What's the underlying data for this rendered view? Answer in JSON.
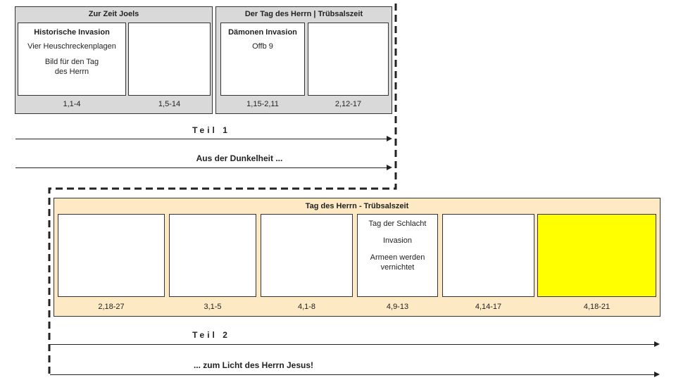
{
  "part1": {
    "panel_a": {
      "title": "Zur Zeit Joels",
      "card1": {
        "line1": "Historische Invasion",
        "line2": "Vier Heuschreckenplagen",
        "line3": "Bild für den Tag",
        "line4": "des Herrn"
      },
      "ref1": "1,1-4",
      "ref2": "1,5-14"
    },
    "panel_b": {
      "title": "Der Tag des Herrn | Trübsalszeit",
      "card1": {
        "line1": "Dämonen Invasion",
        "line2": "Offb 9"
      },
      "ref1": "1,15-2,11",
      "ref2": "2,12-17"
    },
    "label": "Teil 1",
    "caption": "Aus der Dunkelheit ..."
  },
  "part2": {
    "panel": {
      "title": "Tag des Herrn - Trübsalszeit",
      "card4": {
        "line1": "Tag der Schlacht",
        "line2": "Invasion",
        "line3": "Armeen werden",
        "line4": "vernichtet"
      },
      "refs": [
        "2,18-27",
        "3,1-5",
        "4,1-8",
        "4,9-13",
        "4,14-17",
        "4,18-21"
      ]
    },
    "label": "Teil 2",
    "caption": "... zum Licht des Herrn Jesus!"
  },
  "colors": {
    "grey_panel": "#d9d9d9",
    "beige_panel": "#fde9c4",
    "highlight": "#ffff00"
  }
}
